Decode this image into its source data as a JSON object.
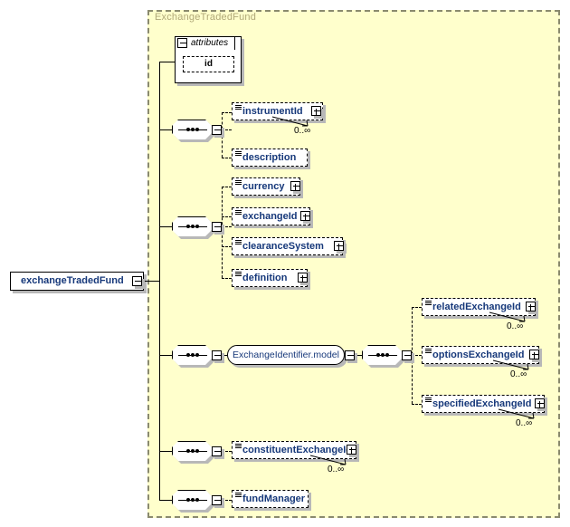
{
  "diagram": {
    "type": "xsd-schema-diagram",
    "root_element": {
      "label": "exchangeTradedFund",
      "control": "minus-box"
    },
    "complex_type": {
      "title": "ExchangeTradedFund",
      "background": "#ffffcc",
      "border_color": "#8a8a6e",
      "title_color": "#b0a878"
    },
    "attributes_group": {
      "label": "attributes",
      "control": "minus-box",
      "items": [
        {
          "label": "id",
          "required": false
        }
      ]
    },
    "sequences": [
      {
        "id": "seq-1",
        "control": "minus-box"
      },
      {
        "id": "seq-2",
        "control": "minus-box"
      },
      {
        "id": "seq-3",
        "control": "minus-box"
      },
      {
        "id": "seq-4",
        "control": "minus-box"
      },
      {
        "id": "seq-5",
        "control": "minus-box"
      },
      {
        "id": "seq-6",
        "control": "minus-box"
      }
    ],
    "model_group": {
      "label": "ExchangeIdentifier.model",
      "control": "minus-box"
    },
    "elements": [
      {
        "name": "instrumentId",
        "control": "plus-box",
        "occurrence": "0..∞",
        "repeating": true
      },
      {
        "name": "description",
        "control": "none",
        "occurrence": "",
        "repeating": false
      },
      {
        "name": "currency",
        "control": "plus-box",
        "occurrence": "",
        "repeating": false
      },
      {
        "name": "exchangeId",
        "control": "plus-box",
        "occurrence": "",
        "repeating": false
      },
      {
        "name": "clearanceSystem",
        "control": "plus-box",
        "occurrence": "",
        "repeating": false
      },
      {
        "name": "definition",
        "control": "plus-box",
        "occurrence": "",
        "repeating": false
      },
      {
        "name": "relatedExchangeId",
        "control": "plus-box",
        "occurrence": "0..∞",
        "repeating": true
      },
      {
        "name": "optionsExchangeId",
        "control": "plus-box",
        "occurrence": "0..∞",
        "repeating": true
      },
      {
        "name": "specifiedExchangeId",
        "control": "plus-box",
        "occurrence": "0..∞",
        "repeating": true
      },
      {
        "name": "constituentExchangeId",
        "control": "plus-box",
        "occurrence": "0..∞",
        "repeating": true
      },
      {
        "name": "fundManager",
        "control": "none",
        "occurrence": "",
        "repeating": false
      }
    ],
    "colors": {
      "element_text": "#16387a",
      "line": "#000000",
      "shadow": "#b8b8b8",
      "box_fill": "#ffffff"
    }
  }
}
